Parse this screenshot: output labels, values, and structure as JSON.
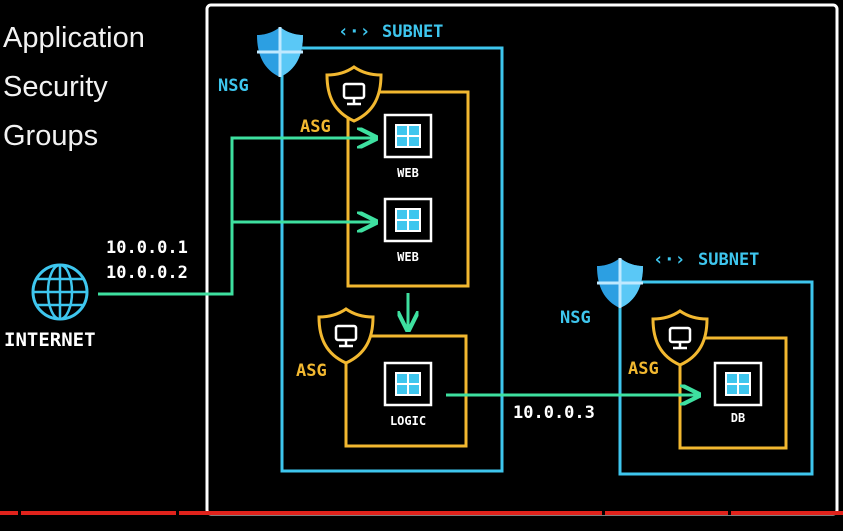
{
  "title_lines": [
    "Application",
    "Security",
    "Groups"
  ],
  "colors": {
    "subnet": "#3ec6ee",
    "asg": "#f2b830",
    "arrow": "#3ee0a0",
    "frame": "#ffffff",
    "progress": "#e0231c"
  },
  "internet": {
    "label": "INTERNET",
    "icon": "globe-icon"
  },
  "ips": {
    "web_ip_1": "10.0.0.1",
    "web_ip_2": "10.0.0.2",
    "db_ip": "10.0.0.3"
  },
  "subnet_main": {
    "label": "SUBNET",
    "nsg": "NSG"
  },
  "subnet_db": {
    "label": "SUBNET",
    "nsg": "NSG"
  },
  "asg_web": {
    "label": "ASG",
    "vms": [
      "WEB",
      "WEB"
    ]
  },
  "asg_logic": {
    "label": "ASG",
    "vm": "LOGIC"
  },
  "asg_db": {
    "label": "ASG",
    "vm": "DB"
  },
  "video_progress": 0.0
}
